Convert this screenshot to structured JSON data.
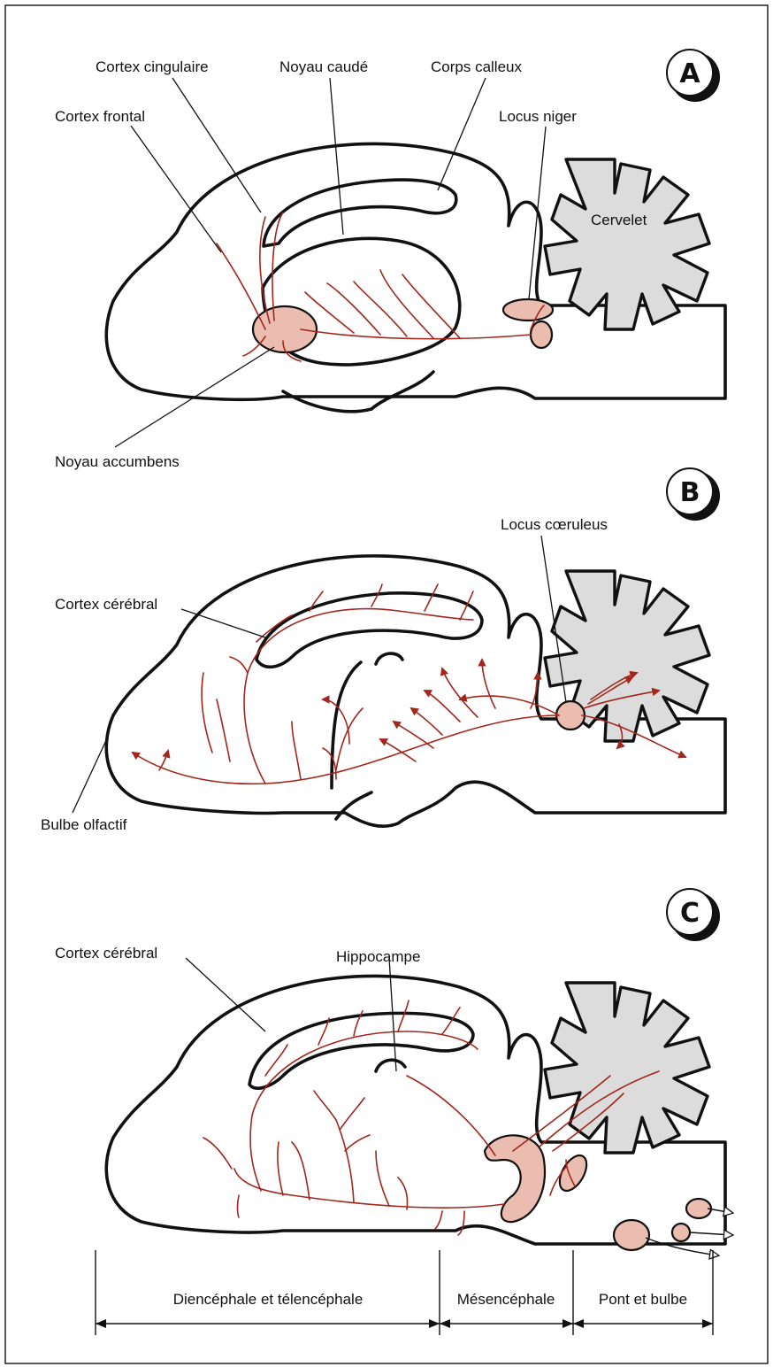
{
  "frame_color": "#111111",
  "fiber_color": "#a3261c",
  "nucleus_color": "#ebbcb0",
  "cerebellum_color": "#dcdcdc",
  "panels": {
    "a": {
      "badge": "A",
      "labels": {
        "cortex_cingulaire": "Cortex cingulaire",
        "noyau_caude": "Noyau caudé",
        "corps_calleux": "Corps calleux",
        "cortex_frontal": "Cortex frontal",
        "locus_niger": "Locus niger",
        "cervelet": "Cervelet",
        "noyau_accumbens": "Noyau accumbens"
      }
    },
    "b": {
      "badge": "B",
      "labels": {
        "locus_coeruleus": "Locus cœruleus",
        "cortex_cerebral": "Cortex cérébral",
        "bulbe_olfactif": "Bulbe olfactif"
      }
    },
    "c": {
      "badge": "C",
      "labels": {
        "cortex_cerebral": "Cortex cérébral",
        "hippocampe": "Hippocampe"
      }
    }
  },
  "regions": {
    "diencephale_telencephale": "Diencéphale et télencéphale",
    "mesencephale": "Mésencéphale",
    "pont_bulbe": "Pont et bulbe"
  }
}
